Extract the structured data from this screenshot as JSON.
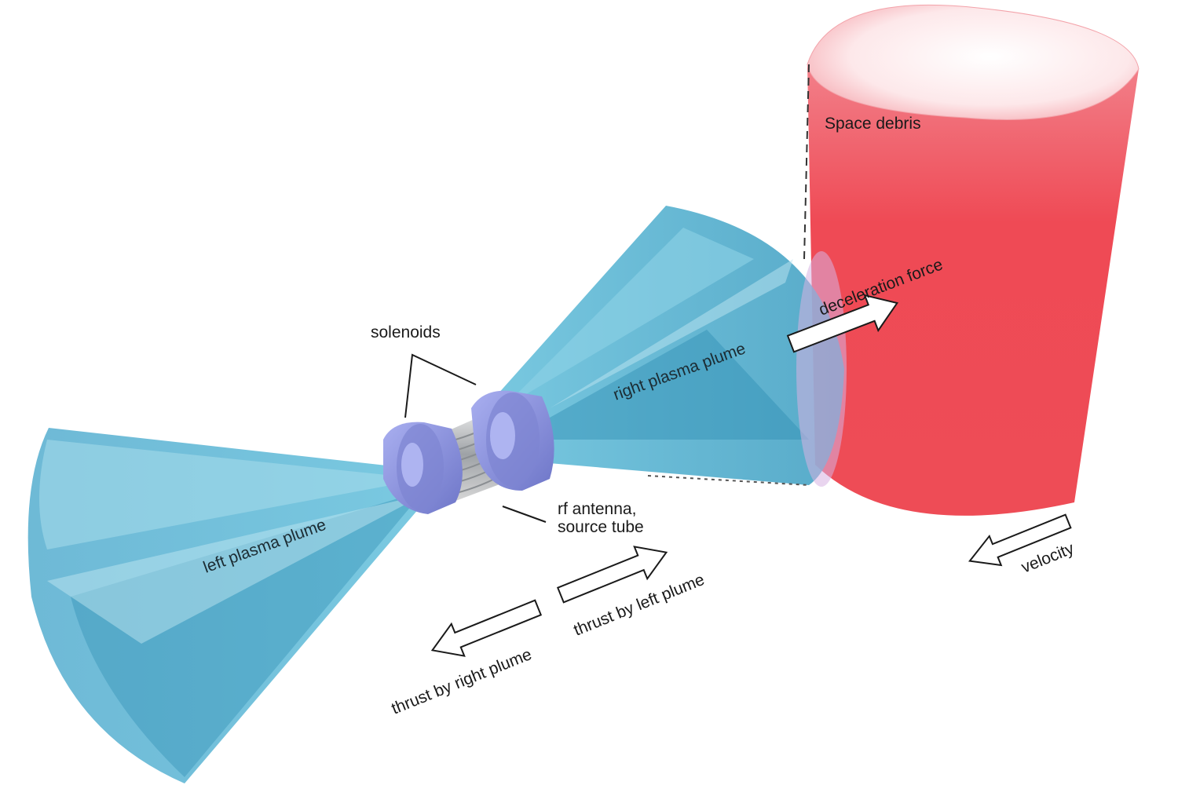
{
  "labels": {
    "space_debris": "Space debris",
    "solenoids": "solenoids",
    "right_plume": "right plasma plume",
    "left_plume": "left plasma plume",
    "deceleration_force": "deceleration force",
    "rf_antenna_line1": "rf antenna,",
    "rf_antenna_line2": "source tube",
    "thrust_left": "thrust by left plume",
    "thrust_right": "thrust by right plume",
    "velocity": "velocity"
  },
  "colors": {
    "debris": "#ef4b55",
    "plume": "#4fb0d0",
    "solenoid": "#8f96de",
    "antenna": "#b9bcc0",
    "arrow_fill": "#ffffff",
    "text": "#1a1a1a"
  }
}
